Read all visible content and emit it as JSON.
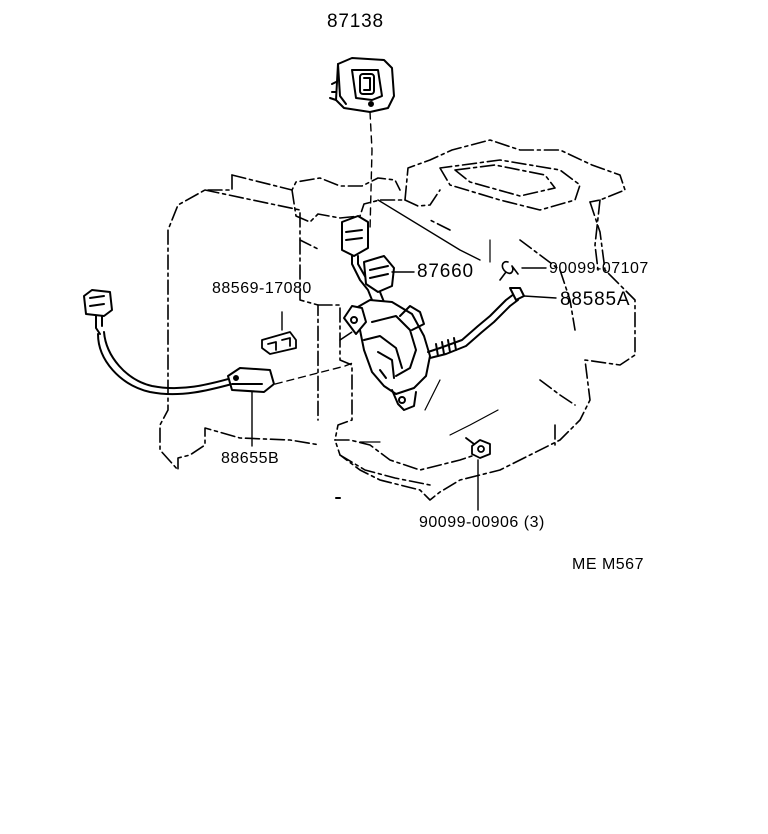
{
  "diagram": {
    "callouts": [
      {
        "id": "p87138",
        "label": "87138"
      },
      {
        "id": "p87660",
        "label": "87660"
      },
      {
        "id": "p9009907107",
        "label": "90099-07107"
      },
      {
        "id": "p88585a",
        "label": "88585A"
      },
      {
        "id": "p8856917080",
        "label": "88569-17080"
      },
      {
        "id": "p88655b",
        "label": "88655B"
      },
      {
        "id": "p9009900906",
        "label": "90099-00906 (3)"
      }
    ],
    "drawing_code": "ME M567"
  }
}
